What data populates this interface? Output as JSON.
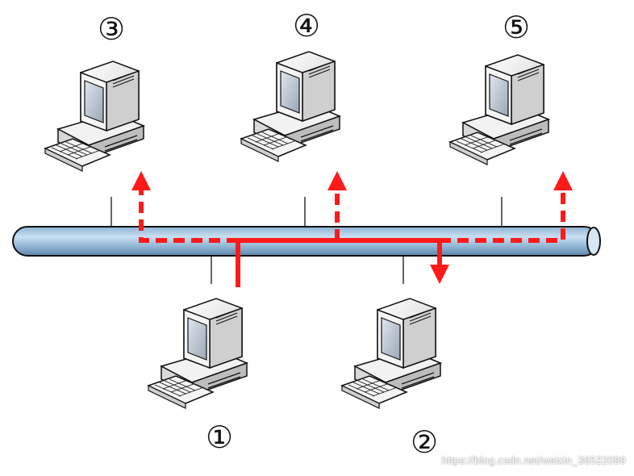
{
  "nodes": [
    {
      "id": "1",
      "label": "①"
    },
    {
      "id": "2",
      "label": "②"
    },
    {
      "id": "3",
      "label": "③"
    },
    {
      "id": "4",
      "label": "④"
    },
    {
      "id": "5",
      "label": "⑤"
    }
  ],
  "watermark": "https://blog.csdn.net/weixin_36522099",
  "colors": {
    "bus_fill": "#9fbfd9",
    "bus_stroke": "#111111",
    "signal": "#ff1a1a"
  }
}
